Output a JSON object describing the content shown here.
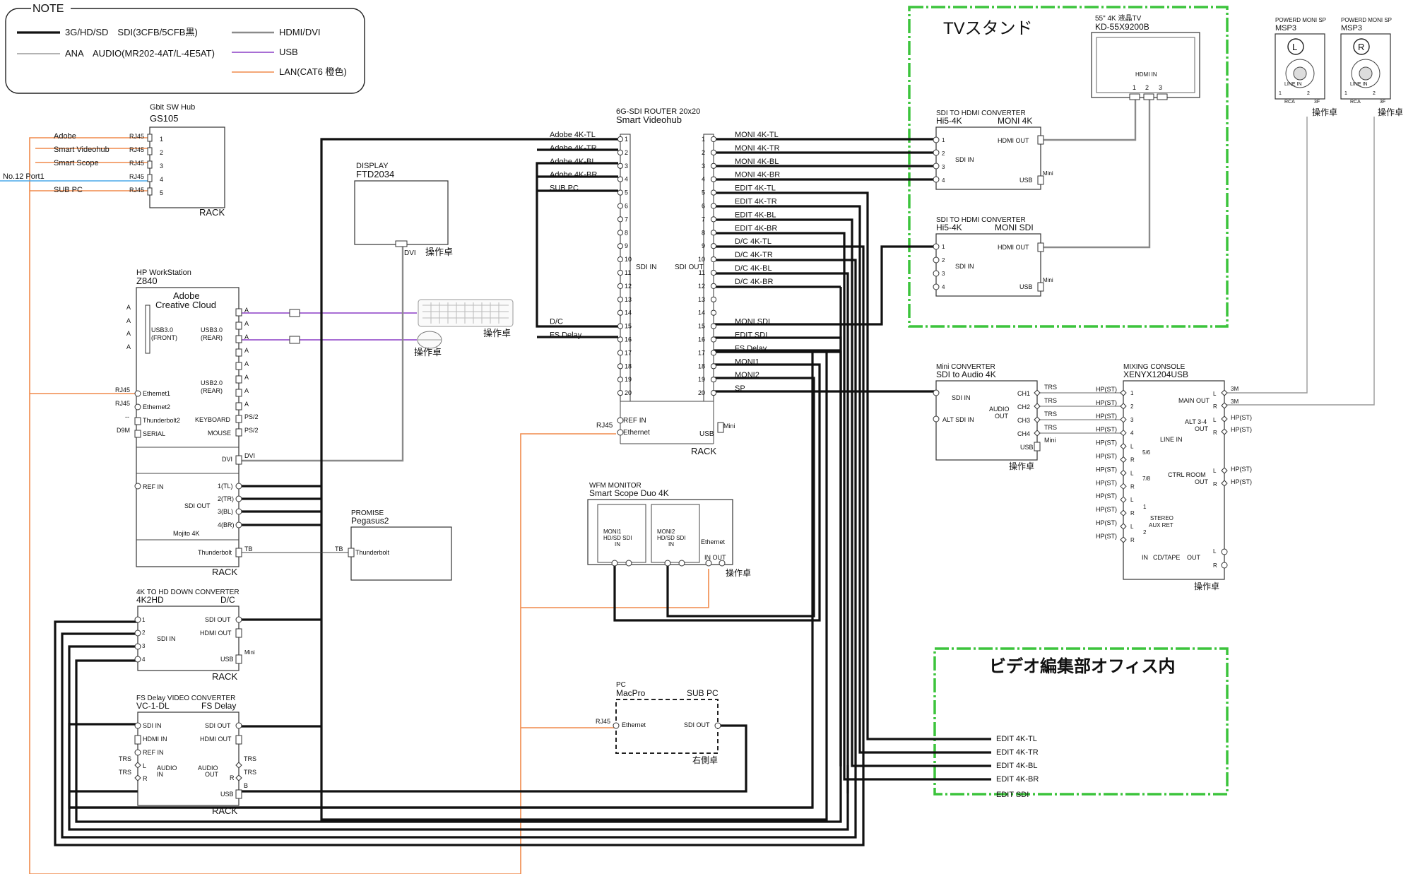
{
  "note": {
    "title": "NOTE",
    "legend": [
      {
        "label": "3G/HD/SD　SDI(3CFB/5CFB黒)",
        "color": "#111111"
      },
      {
        "label": "ANA　AUDIO(MR202-4AT/L-4E5AT)",
        "color": "#9a9a9a"
      },
      {
        "label": "HDMI/DVI",
        "color": "#8a8a8a"
      },
      {
        "label": "USB",
        "color": "#8b3fc6"
      },
      {
        "label": "LAN(CAT6 橙色)",
        "color": "#f08a4b"
      }
    ]
  },
  "zones": {
    "tv_stand": "TVスタンド",
    "video_office": "ビデオ編集部オフィス内"
  },
  "hub": {
    "model": "Gbit SW Hub",
    "name": "GS105",
    "location": "RACK",
    "sources": [
      "Adobe",
      "Smart Videohub",
      "Smart Scope",
      "No.12 Port1",
      "SUB PC"
    ],
    "port_type": "RJ45",
    "ports": [
      "1",
      "2",
      "3",
      "4",
      "5"
    ]
  },
  "workstation": {
    "model": "HP WorkStation",
    "name": "Z840",
    "title1": "Adobe",
    "title2": "Creative Cloud",
    "usb30_front": "USB3.0\n(FRONT)",
    "usb30_rear": "USB3.0\n(REAR)",
    "usb20_rear": "USB2.0\n(REAR)",
    "port_a": "A",
    "left_labels": [
      "RJ45",
      "RJ45",
      "--",
      "D9M"
    ],
    "left_ports": [
      "Ethernet1",
      "Ethernet2",
      "Thunderbolt2",
      "SERIAL"
    ],
    "keyboard": "KEYBOARD",
    "mouse": "MOUSE",
    "ps2": "PS/2",
    "dvi": "DVI",
    "ref_in": "REF IN",
    "sdi_out": "SDI OUT",
    "sdi_out_ports": [
      "1(TL)",
      "2(TR)",
      "3(BL)",
      "4(BR)"
    ],
    "mojito": "Mojito 4K",
    "thunderbolt": "Thunderbolt",
    "tb": "TB",
    "location": "RACK"
  },
  "display": {
    "type": "DISPLAY",
    "name": "FTD2034",
    "port": "DVI",
    "location": "操作卓"
  },
  "peripherals": {
    "keyboard_location": "操作卓",
    "mouse_location": "操作卓"
  },
  "router": {
    "type": "6G-SDI ROUTER 20x20",
    "name": "Smart Videohub",
    "inputs": [
      "Adobe 4K-TL",
      "Adobe 4K-TR",
      "Adobe 4K-BL",
      "Adobe 4K-BR",
      "SUB PC",
      "",
      "",
      "",
      "",
      "",
      "",
      "",
      "",
      "",
      "D/C",
      "FS Delay",
      "",
      "",
      "",
      ""
    ],
    "outputs": [
      "MONI 4K-TL",
      "MONI 4K-TR",
      "MONI 4K-BL",
      "MONI 4K-BR",
      "EDIT 4K-TL",
      "EDIT 4K-TR",
      "EDIT 4K-BL",
      "EDIT 4K-BR",
      "D/C 4K-TL",
      "D/C 4K-TR",
      "D/C 4K-BL",
      "D/C 4K-BR",
      "",
      "",
      "MONI SDI",
      "EDIT SDI",
      "FS Delay",
      "MONI1",
      "MONI2",
      "SP"
    ],
    "ports": [
      "1",
      "2",
      "3",
      "4",
      "5",
      "6",
      "7",
      "8",
      "9",
      "10",
      "11",
      "12",
      "13",
      "14",
      "15",
      "16",
      "17",
      "18",
      "19",
      "20"
    ],
    "sdi_in": "SDI IN",
    "sdi_out": "SDI OUT",
    "ref_in": "REF IN",
    "ethernet": "Ethernet",
    "rj45": "RJ45",
    "usb": "USB",
    "mini": "Mini",
    "location": "RACK"
  },
  "tv": {
    "model": "55\" 4K 液晶TV",
    "name": "KD-55X9200B",
    "hdmi_in": "HDMI IN",
    "ports": [
      "1",
      "2",
      "3"
    ]
  },
  "conv1": {
    "type": "SDI TO HDMI CONVERTER",
    "name": "Hi5-4K",
    "role": "MONI 4K",
    "sdi_in": "SDI IN",
    "hdmi_out": "HDMI OUT",
    "usb": "USB",
    "mini": "Mini",
    "ports": [
      "1",
      "2",
      "3",
      "4"
    ]
  },
  "conv2": {
    "type": "SDI TO HDMI CONVERTER",
    "name": "Hi5-4K",
    "role": "MONI SDI",
    "sdi_in": "SDI IN",
    "hdmi_out": "HDMI OUT",
    "usb": "USB",
    "mini": "Mini",
    "ports": [
      "1",
      "2",
      "3",
      "4"
    ]
  },
  "speakers": [
    {
      "type": "POWERD MONI SP",
      "name": "MSP3",
      "channel": "L",
      "line_in": "LINE IN",
      "rca": "RCA",
      "jacks": [
        "1",
        "2",
        "3F"
      ],
      "location": "操作卓"
    },
    {
      "type": "POWERD MONI SP",
      "name": "MSP3",
      "channel": "R",
      "line_in": "LINE IN",
      "rca": "RCA",
      "jacks": [
        "1",
        "2",
        "3F"
      ],
      "location": "操作卓"
    }
  ],
  "mini_conv": {
    "type": "Mini CONVERTER",
    "name": "SDI to Audio 4K",
    "sdi_in": "SDI IN",
    "alt_sdi_in": "ALT SDI IN",
    "audio_out": "AUDIO\nOUT",
    "channels": [
      "CH1",
      "CH2",
      "CH3",
      "CH4"
    ],
    "trs": "TRS",
    "usb": "USB",
    "mini": "Mini",
    "location": "操作卓"
  },
  "mixer": {
    "type": "MIXING CONSOLE",
    "name": "XENYX1204USB",
    "inputs": [
      "HP(ST)",
      "HP(ST)",
      "HP(ST)",
      "HP(ST)",
      "HP(ST)",
      "HP(ST)",
      "HP(ST)",
      "HP(ST)",
      "HP(ST)",
      "HP(ST)",
      "HP(ST)",
      "HP(ST)"
    ],
    "in_nums": [
      "1",
      "2",
      "3",
      "4",
      "L",
      "R",
      "L",
      "R",
      "L",
      "R",
      "L",
      "R"
    ],
    "line_in": "LINE IN",
    "group_56": "5/6",
    "group_78": "7/8",
    "group_stereo": "STEREO\nAUX RET",
    "sub_1": "1",
    "sub_2": "2",
    "in": "IN",
    "cd_tape": "CD/TAPE",
    "out": "OUT",
    "main_out": "MAIN OUT",
    "alt_out": "ALT 3-4\nOUT",
    "ctrl_out": "CTRL ROOM\nOUT",
    "l": "L",
    "r": "R",
    "three_m": "3M",
    "location": "操作卓"
  },
  "downconv": {
    "type": "4K TO HD DOWN CONVERTER",
    "name": "4K2HD",
    "role": "D/C",
    "sdi_in": "SDI IN",
    "sdi_out": "SDI OUT",
    "hdmi_out": "HDMI OUT",
    "usb": "USB",
    "mini": "Mini",
    "ports": [
      "1",
      "2",
      "3",
      "4"
    ],
    "location": "RACK"
  },
  "fsdelay": {
    "type": "FS Delay VIDEO CONVERTER",
    "name": "VC-1-DL",
    "role": "FS Delay",
    "left": [
      "SDI IN",
      "HDMI IN",
      "REF IN"
    ],
    "right": [
      "SDI OUT",
      "HDMI OUT"
    ],
    "audio_in": "AUDIO\nIN",
    "audio_out": "AUDIO\nOUT",
    "trs": "TRS",
    "lr": [
      "L",
      "R"
    ],
    "rb": [
      "R",
      "B"
    ],
    "usb": "USB",
    "location": "RACK"
  },
  "promise": {
    "type": "PROMISE",
    "name": "Pegasus2",
    "port": "Thunderbolt",
    "tb": "TB"
  },
  "wfm": {
    "type": "WFM MONITOR",
    "name": "Smart Scope Duo 4K",
    "moni1": "MONI1\nHD/SD SDI\nIN",
    "moni2": "MONI2\nHD/SD SDI\nIN",
    "ethernet": "Ethernet",
    "in_out": "IN OUT",
    "location": "操作卓"
  },
  "macpro": {
    "type": "PC",
    "name": "MacPro",
    "role": "SUB PC",
    "ethernet": "Ethernet",
    "rj45": "RJ45",
    "sdi_out": "SDI OUT",
    "location": "右側卓"
  },
  "office": {
    "lines": [
      "EDIT 4K-TL",
      "EDIT 4K-TR",
      "EDIT 4K-BL",
      "EDIT 4K-BR",
      "EDIT SDI"
    ]
  }
}
